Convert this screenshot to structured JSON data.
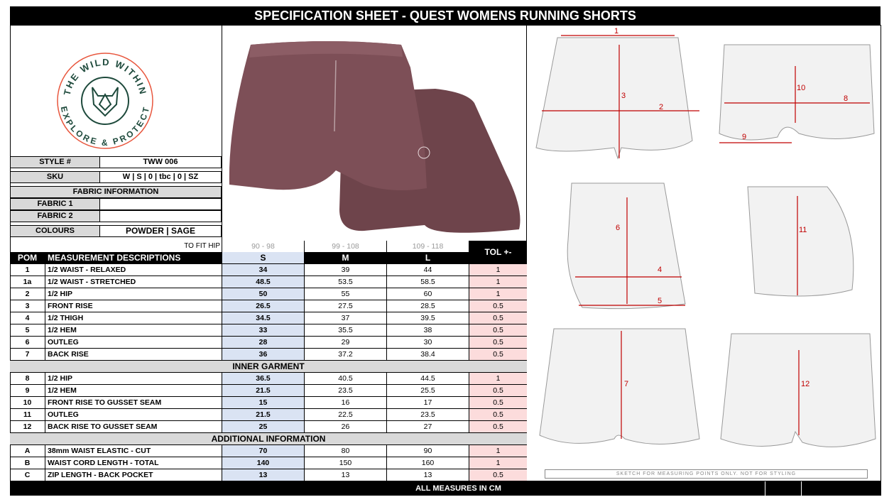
{
  "title": "SPECIFICATION SHEET - QUEST WOMENS RUNNING SHORTS",
  "logo": {
    "top_text": "THE WILD WITHIN",
    "bottom_text": "EXPLORE & PROTECT",
    "color": "#1e4a3c",
    "ring": "#e8553c"
  },
  "info": [
    {
      "key": "STYLE  #",
      "value": "TWW 006"
    },
    {
      "key": "SKU",
      "value": "W | S | 0 | tbc | 0 | SZ"
    }
  ],
  "fabric_header": "FABRIC INFORMATION",
  "fabric": [
    {
      "key": "FABRIC 1",
      "value": ""
    },
    {
      "key": "FABRIC 2",
      "value": ""
    },
    {
      "key": "COLOURS",
      "value": "POWDER | SAGE"
    }
  ],
  "to_fit_hip": {
    "label": "TO FIT HIP",
    "s": "90 - 98",
    "m": "99 - 108",
    "l": "109 - 118"
  },
  "table_header": {
    "pom": "POM",
    "desc": "MEASUREMENT DESCRIPTIONS",
    "s": "S",
    "m": "M",
    "l": "L",
    "tol": "TOL +-"
  },
  "rows": [
    [
      "1",
      "1/2 WAIST - RELAXED",
      "34",
      "39",
      "44",
      "1"
    ],
    [
      "1a",
      "1/2 WAIST - STRETCHED",
      "48.5",
      "53.5",
      "58.5",
      "1"
    ],
    [
      "2",
      "1/2 HIP",
      "50",
      "55",
      "60",
      "1"
    ],
    [
      "3",
      "FRONT RISE",
      "26.5",
      "27.5",
      "28.5",
      "0.5"
    ],
    [
      "4",
      "1/2 THIGH",
      "34.5",
      "37",
      "39.5",
      "0.5"
    ],
    [
      "5",
      "1/2 HEM",
      "33",
      "35.5",
      "38",
      "0.5"
    ],
    [
      "6",
      "OUTLEG",
      "28",
      "29",
      "30",
      "0.5"
    ],
    [
      "7",
      "BACK RISE",
      "36",
      "37.2",
      "38.4",
      "0.5"
    ]
  ],
  "inner_header": "INNER GARMENT",
  "inner_rows": [
    [
      "8",
      "1/2 HIP",
      "36.5",
      "40.5",
      "44.5",
      "1"
    ],
    [
      "9",
      "1/2 HEM",
      "21.5",
      "23.5",
      "25.5",
      "0.5"
    ],
    [
      "10",
      "FRONT RISE TO GUSSET SEAM",
      "15",
      "16",
      "17",
      "0.5"
    ],
    [
      "11",
      "OUTLEG",
      "21.5",
      "22.5",
      "23.5",
      "0.5"
    ],
    [
      "12",
      "BACK RISE TO GUSSET SEAM",
      "25",
      "26",
      "27",
      "0.5"
    ]
  ],
  "additional_header": "ADDITIONAL INFORMATION",
  "additional_rows": [
    [
      "A",
      "38mm WAIST ELASTIC - CUT",
      "70",
      "80",
      "90",
      "1"
    ],
    [
      "B",
      "WAIST CORD LENGTH - TOTAL",
      "140",
      "150",
      "160",
      "1"
    ],
    [
      "C",
      "ZIP LENGTH - BACK POCKET",
      "13",
      "13",
      "13",
      "0.5"
    ]
  ],
  "sketch_labels": [
    "1",
    "2",
    "3",
    "4",
    "5",
    "6",
    "7",
    "8",
    "9",
    "10",
    "11",
    "12"
  ],
  "sketch_note": "SKETCH FOR MEASURING POINTS ONLY. NOT FOR STYLING",
  "footer": "ALL MEASURES IN CM",
  "colors": {
    "product": "#7d4f57",
    "measure": "#c00000",
    "s_col": "#dae3f3",
    "tol_col": "#fcdcdc"
  }
}
